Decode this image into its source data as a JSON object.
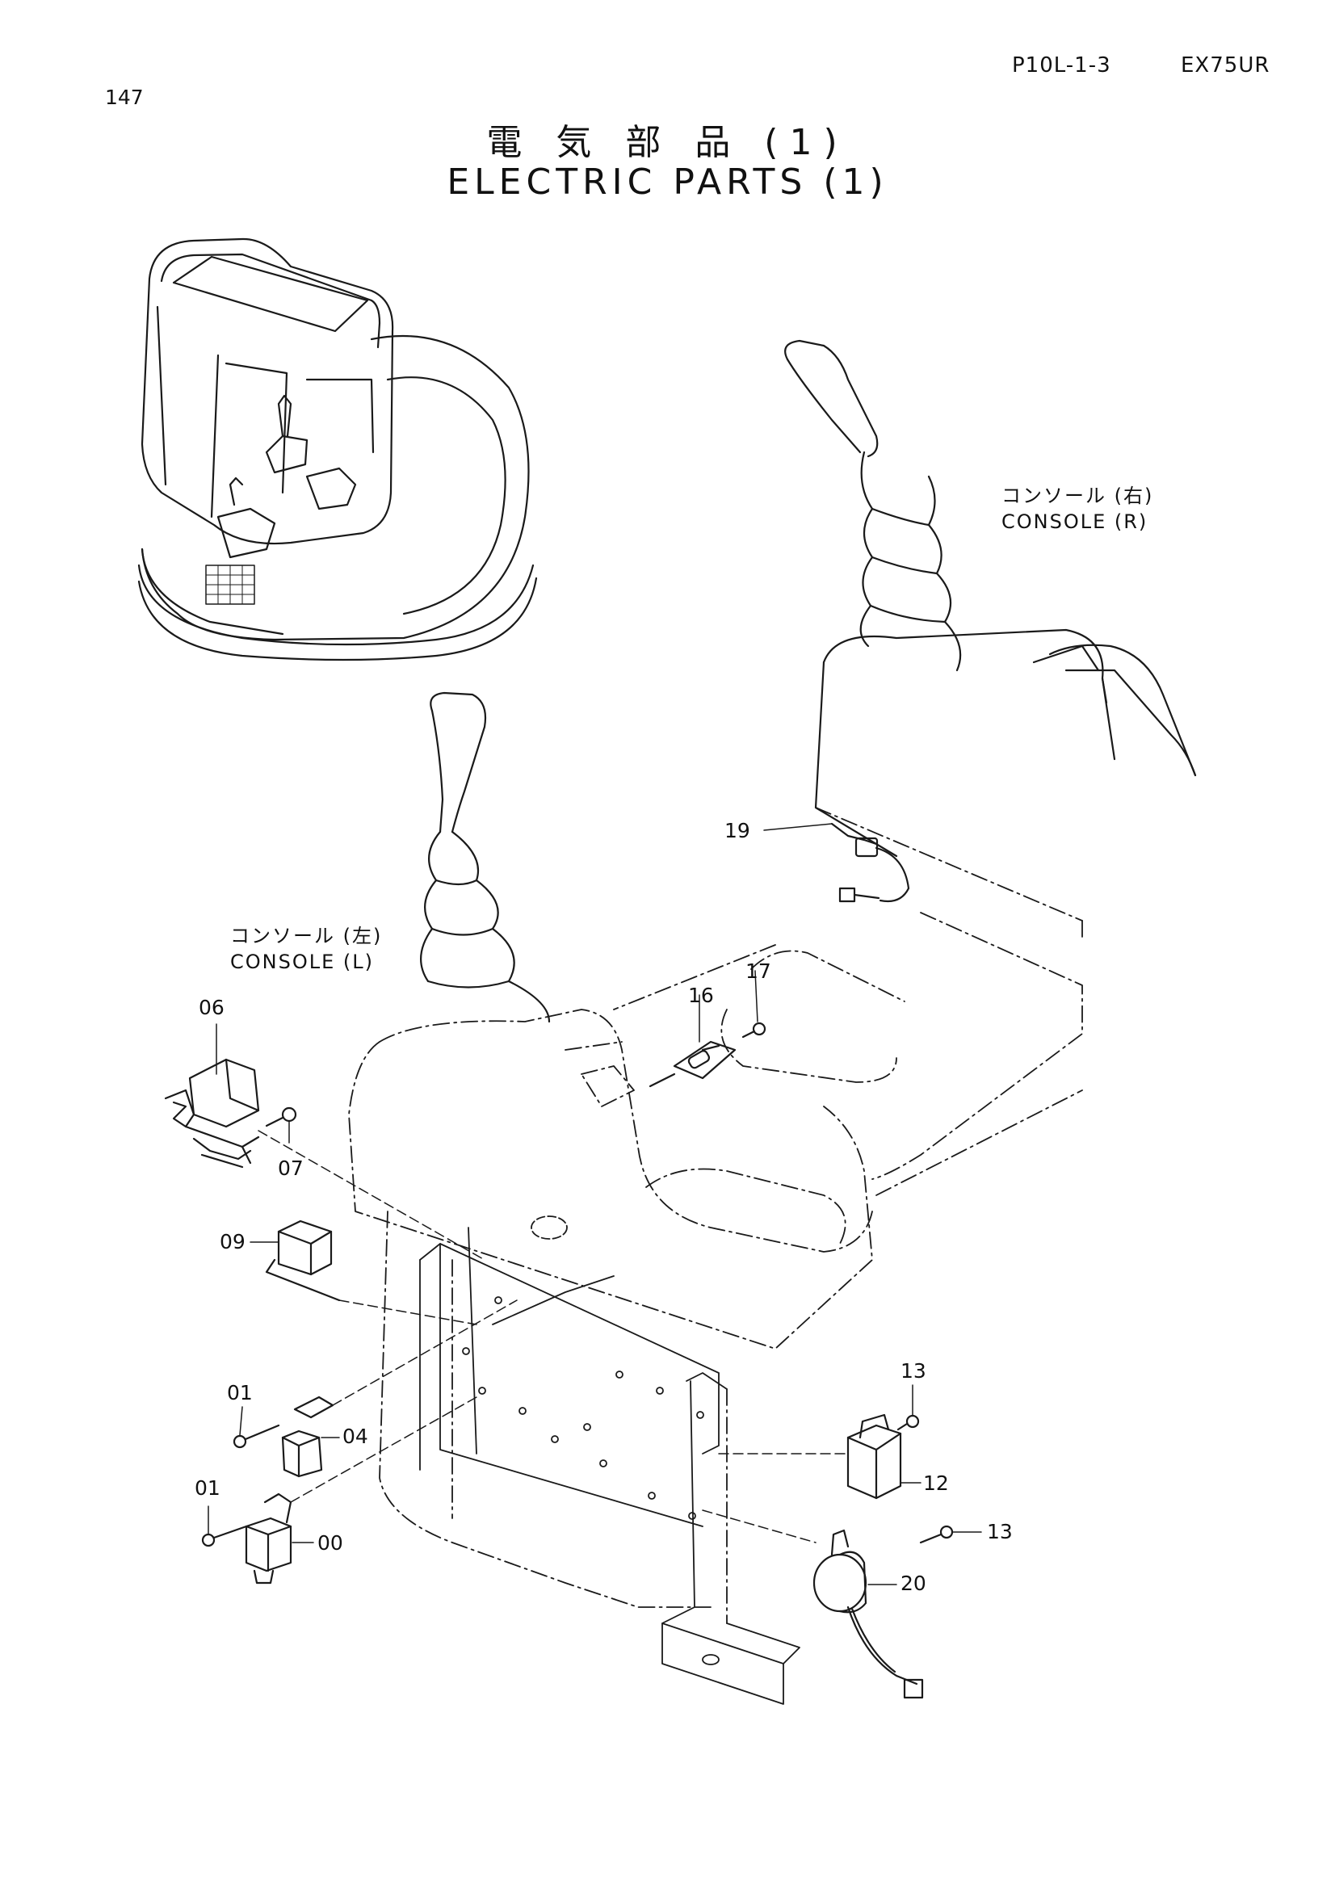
{
  "header": {
    "page_number": "147",
    "page_code": "P10L-1-3",
    "model": "EX75UR"
  },
  "title": {
    "japanese": "電 気 部 品 (1)",
    "english": "ELECTRIC PARTS (1)"
  },
  "labels": {
    "console_right_jp": "コンソール (右)",
    "console_right_en": "CONSOLE (R)",
    "console_left_jp": "コンソール (左)",
    "console_left_en": "CONSOLE (L)"
  },
  "callouts": {
    "p19": "19",
    "p17": "17",
    "p16": "16",
    "p06": "06",
    "p07": "07",
    "p09": "09",
    "p01a": "01",
    "p04": "04",
    "p01b": "01",
    "p00": "00",
    "p13a": "13",
    "p12": "12",
    "p13b": "13",
    "p20": "20"
  }
}
